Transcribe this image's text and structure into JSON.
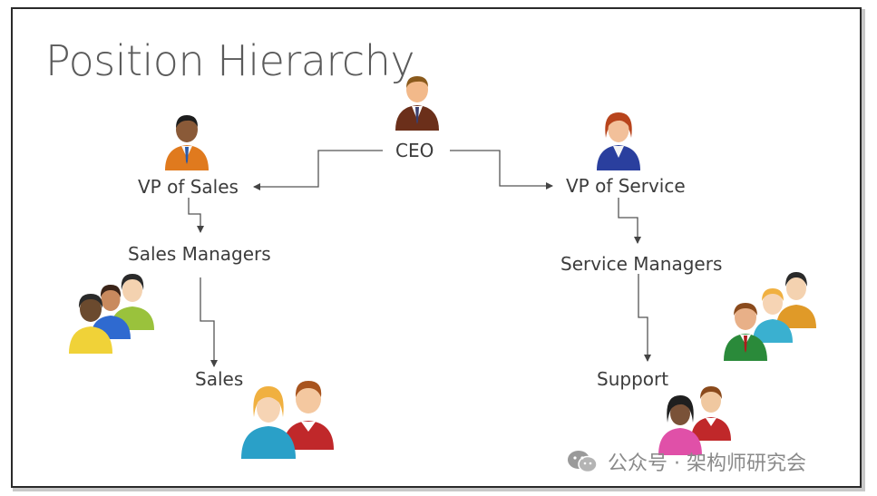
{
  "title": "Position Hierarchy",
  "nodes": {
    "ceo": "CEO",
    "vp_sales": "VP of Sales",
    "vp_service": "VP of Service",
    "sales_managers": "Sales Managers",
    "service_managers": "Service Managers",
    "sales": "Sales",
    "support": "Support"
  },
  "edges": [
    {
      "from": "CEO",
      "to": "VP of Sales"
    },
    {
      "from": "CEO",
      "to": "VP of Service"
    },
    {
      "from": "VP of Sales",
      "to": "Sales Managers"
    },
    {
      "from": "Sales Managers",
      "to": "Sales"
    },
    {
      "from": "VP of Service",
      "to": "Service Managers"
    },
    {
      "from": "Service Managers",
      "to": "Support"
    }
  ],
  "watermark": "公众号 · 架构师研究会",
  "icons": [
    "person-icon",
    "group-icon",
    "wechat-icon"
  ]
}
